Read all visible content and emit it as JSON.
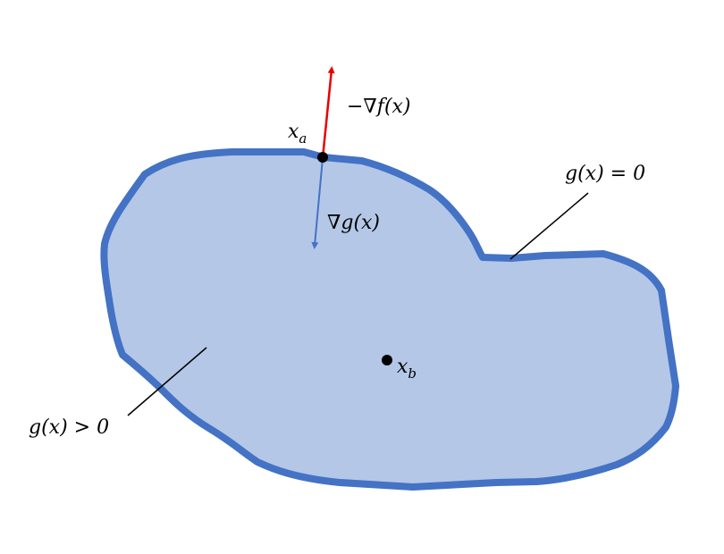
{
  "colors": {
    "region_fill": "#b4c7e7",
    "boundary": "#4472c4",
    "neg_grad_f_arrow": "#e80000",
    "grad_g_arrow": "#4472c4",
    "points": "#000000",
    "leader_lines": "#000000"
  },
  "labels": {
    "x_a_main": "x",
    "x_a_sub": "a",
    "x_b_main": "x",
    "x_b_sub": "b",
    "neg_grad_f": "−∇f(x)",
    "grad_g": "∇g(x)",
    "boundary_eq": "g(x) = 0",
    "interior_ineq": "g(x) > 0"
  }
}
